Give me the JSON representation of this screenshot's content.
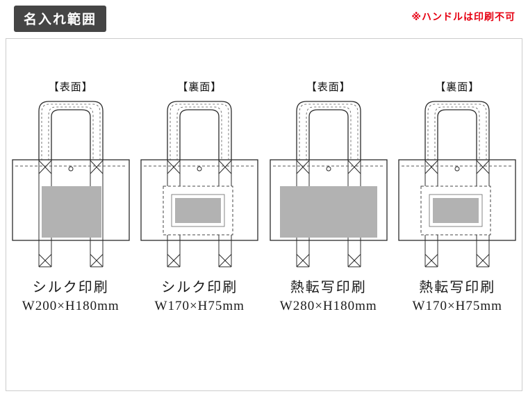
{
  "header": {
    "badge": "名入れ範囲",
    "note": "※ハンドルは印刷不可"
  },
  "colors": {
    "badge_bg": "#454545",
    "badge_text": "#ffffff",
    "note_red": "#e60012",
    "print_area_gray": "#b2b2b2",
    "outline": "#2b2b2b",
    "stitch": "#555555",
    "panel_border": "#cccccc"
  },
  "bags": [
    {
      "side_label": "【表面】",
      "method": "シルク印刷",
      "size": "W200×H180mm",
      "print_style": "full"
    },
    {
      "side_label": "【裏面】",
      "method": "シルク印刷",
      "size": "W170×H75mm",
      "print_style": "boxed"
    },
    {
      "side_label": "【表面】",
      "method": "熱転写印刷",
      "size": "W280×H180mm",
      "print_style": "wide"
    },
    {
      "side_label": "【裏面】",
      "method": "熱転写印刷",
      "size": "W170×H75mm",
      "print_style": "boxed"
    }
  ]
}
